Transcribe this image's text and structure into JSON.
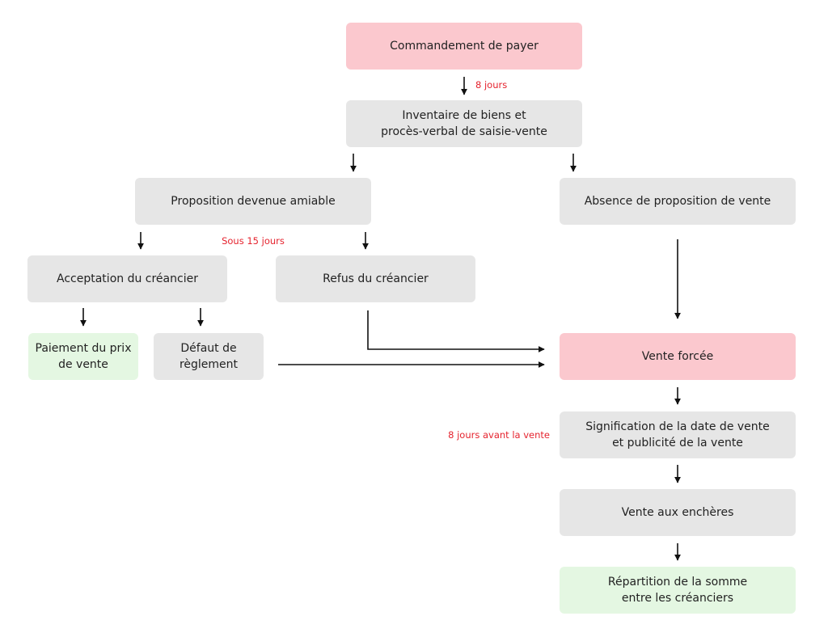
{
  "colors": {
    "alert_box": "#fbc8ce",
    "neutral_box": "#e6e6e6",
    "success_box": "#e4f7e2",
    "label_red": "#e5232e",
    "text": "#222222",
    "arrow": "#111111"
  },
  "nodes": {
    "commandement": {
      "lines": [
        "Commandement de payer"
      ]
    },
    "inventaire": {
      "lines": [
        "Inventaire de biens et",
        "procès-verbal de saisie-vente"
      ]
    },
    "proposition_amiable": {
      "lines": [
        "Proposition devenue amiable"
      ]
    },
    "absence_proposition": {
      "lines": [
        "Absence de proposition de vente"
      ]
    },
    "acceptation": {
      "lines": [
        "Acceptation du créancier"
      ]
    },
    "refus": {
      "lines": [
        "Refus du créancier"
      ]
    },
    "paiement": {
      "lines": [
        "Paiement du prix",
        "de vente"
      ]
    },
    "defaut": {
      "lines": [
        "Défaut de",
        "règlement"
      ]
    },
    "vente_forcee": {
      "lines": [
        "Vente forcée"
      ]
    },
    "signification": {
      "lines": [
        "Signification de la date de vente",
        "et publicité de la vente"
      ]
    },
    "encheres": {
      "lines": [
        "Vente aux enchères"
      ]
    },
    "repartition": {
      "lines": [
        "Répartition de la somme",
        "entre les créanciers"
      ]
    }
  },
  "delays": {
    "after_commandement": "8 jours",
    "proposition_window": "Sous 15 jours",
    "before_sale": "8 jours avant la vente"
  }
}
